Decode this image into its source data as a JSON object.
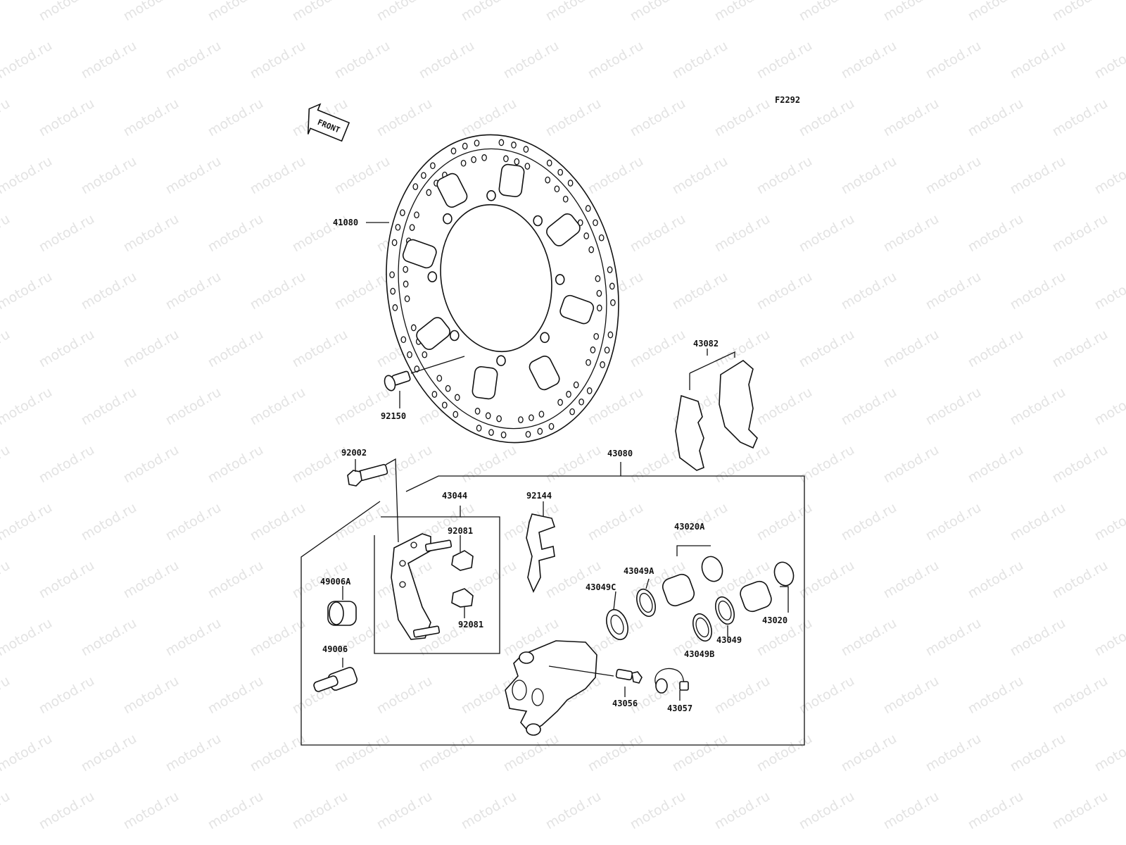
{
  "watermark": {
    "text": "motod.ru"
  },
  "diagram": {
    "code": "F2292",
    "front_text": "FRONT",
    "parts": [
      {
        "id": "disc",
        "number": "41080"
      },
      {
        "id": "disc-bolt",
        "number": "92150"
      },
      {
        "id": "bleed-bolt",
        "number": "92002"
      },
      {
        "id": "caliper-assembly",
        "number": "43080"
      },
      {
        "id": "brake-pads",
        "number": "43082"
      },
      {
        "id": "caliper-bracket",
        "number": "43044"
      },
      {
        "id": "bracket-spring-upper",
        "number": "92081"
      },
      {
        "id": "bracket-spring-lower",
        "number": "92081"
      },
      {
        "id": "pad-spring",
        "number": "92144"
      },
      {
        "id": "boot",
        "number": "49006A"
      },
      {
        "id": "slide-pin",
        "number": "49006"
      },
      {
        "id": "piston-a",
        "number": "43020A"
      },
      {
        "id": "piston",
        "number": "43020"
      },
      {
        "id": "seal-a",
        "number": "43049A"
      },
      {
        "id": "seal-c",
        "number": "43049C"
      },
      {
        "id": "seal",
        "number": "43049"
      },
      {
        "id": "seal-b",
        "number": "43049B"
      },
      {
        "id": "bleed-valve",
        "number": "43056"
      },
      {
        "id": "bleed-cap",
        "number": "43057"
      }
    ]
  }
}
